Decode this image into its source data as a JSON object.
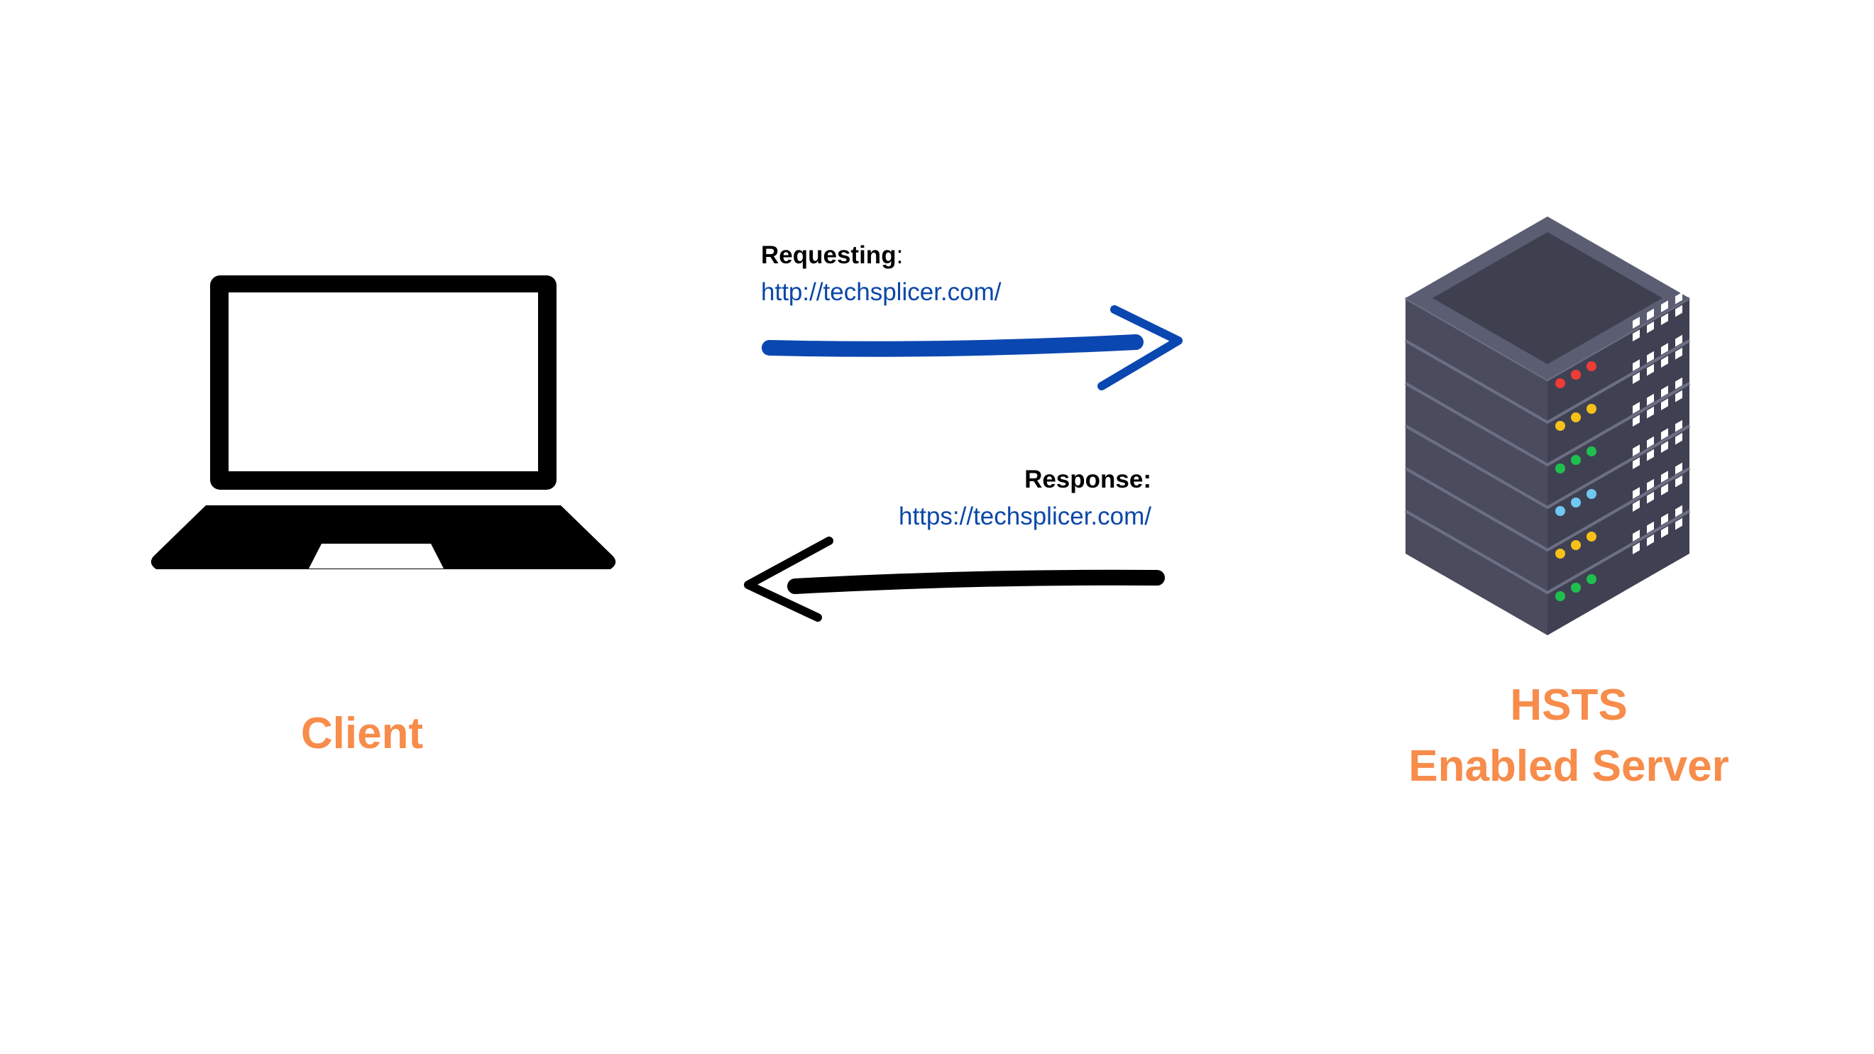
{
  "request": {
    "heading": "Requesting",
    "colon": ":",
    "url": "http://techsplicer.com/"
  },
  "response": {
    "heading": "Response",
    "colon": ":",
    "url": "https://techsplicer.com/"
  },
  "client": {
    "label": "Client"
  },
  "server": {
    "label_line1": "HSTS",
    "label_line2": "Enabled Server"
  },
  "colors": {
    "accent_orange": "#f78c4b",
    "link_blue": "#0b47a8",
    "arrow_blue": "#0b47b0",
    "arrow_black": "#000000",
    "server_body": "#4a4c5e",
    "server_top": "#3e404f",
    "led_red": "#ef3b36",
    "led_yellow": "#f7c11a",
    "led_green": "#1fbf4e",
    "led_cyan": "#6ec8f2"
  },
  "icons": {
    "client": "laptop-icon",
    "server": "server-rack-icon",
    "request_arrow": "arrow-right-icon",
    "response_arrow": "arrow-left-icon"
  }
}
